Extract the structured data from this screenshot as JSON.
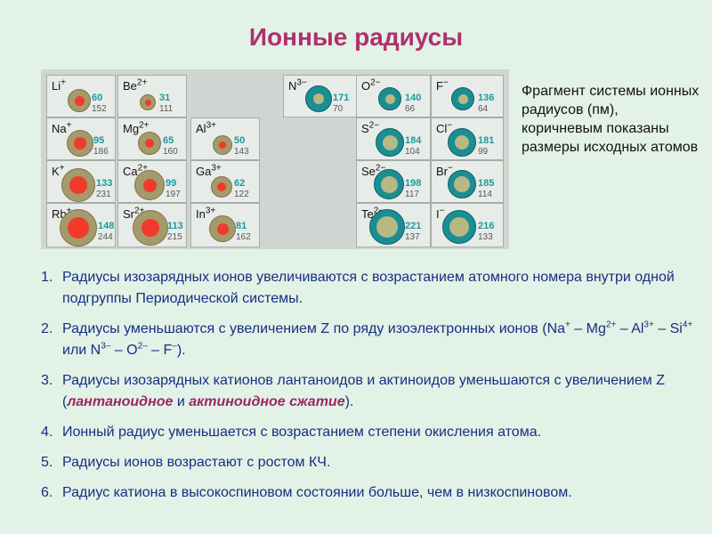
{
  "title": "Ионные радиусы",
  "note": "Фрагмент системы ионных радиусов (пм), коричневым показаны размеры исходных атомов",
  "cells": {
    "li": {
      "el": "Li",
      "ch": "+",
      "ion": "60",
      "atom": "152"
    },
    "be": {
      "el": "Be",
      "ch": "2+",
      "ion": "31",
      "atom": "111"
    },
    "na": {
      "el": "Na",
      "ch": "+",
      "ion": "95",
      "atom": "186"
    },
    "mg": {
      "el": "Mg",
      "ch": "2+",
      "ion": "65",
      "atom": "160"
    },
    "al": {
      "el": "Al",
      "ch": "3+",
      "ion": "50",
      "atom": "143"
    },
    "k": {
      "el": "K",
      "ch": "+",
      "ion": "133",
      "atom": "231"
    },
    "ca": {
      "el": "Ca",
      "ch": "2+",
      "ion": "99",
      "atom": "197"
    },
    "ga": {
      "el": "Ga",
      "ch": "3+",
      "ion": "62",
      "atom": "122"
    },
    "rb": {
      "el": "Rb",
      "ch": "+",
      "ion": "148",
      "atom": "244"
    },
    "sr": {
      "el": "Sr",
      "ch": "2+",
      "ion": "113",
      "atom": "215"
    },
    "in": {
      "el": "In",
      "ch": "3+",
      "ion": "81",
      "atom": "162"
    },
    "n": {
      "el": "N",
      "ch": "3−",
      "ion": "171",
      "atom": "70"
    },
    "o": {
      "el": "O",
      "ch": "2−",
      "ion": "140",
      "atom": "66"
    },
    "f": {
      "el": "F",
      "ch": "−",
      "ion": "136",
      "atom": "64"
    },
    "s": {
      "el": "S",
      "ch": "2−",
      "ion": "184",
      "atom": "104"
    },
    "cl": {
      "el": "Cl",
      "ch": "−",
      "ion": "181",
      "atom": "99"
    },
    "se": {
      "el": "Se",
      "ch": "2−",
      "ion": "198",
      "atom": "117"
    },
    "br": {
      "el": "Br",
      "ch": "−",
      "ion": "185",
      "atom": "114"
    },
    "te": {
      "el": "Te",
      "ch": "2−",
      "ion": "221",
      "atom": "137"
    },
    "i": {
      "el": "I",
      "ch": "−",
      "ion": "216",
      "atom": "133"
    }
  },
  "rules": [
    {
      "num": "1.",
      "text": "Радиусы изозарядных ионов увеличиваются с возрастанием атомного номера внутри одной подгруппы Периодической системы."
    },
    {
      "num": "2.",
      "a": "Радиусы уменьшаются с увеличением Z по ряду изоэлектронных ионов  (Na",
      "s1": "+",
      "b": " – Mg",
      "s2": "2+",
      "c": " – Al",
      "s3": "3+",
      "d": " – Si",
      "s4": "4+",
      "e": " или N",
      "s5": "3–",
      "f": " – O",
      "s6": "2–",
      "g": " – F",
      "s7": "–",
      "h": ")."
    },
    {
      "num": "3.",
      "a": "Радиусы изозарядных катионов лантаноидов и актиноидов уменьшаются с увеличением Z (",
      "hl1": "лантаноидное",
      "b": " и ",
      "hl2": "актиноидное сжатие",
      "c": ")."
    },
    {
      "num": "4.",
      "text": "Ионный радиус уменьшается с возрастанием степени окисления атома."
    },
    {
      "num": "5.",
      "text": "Радиусы ионов возрастают с ростом КЧ."
    },
    {
      "num": "6.",
      "text": "Радиус катиона в высокоспиновом состоянии больше, чем в низкоспиновом."
    }
  ]
}
